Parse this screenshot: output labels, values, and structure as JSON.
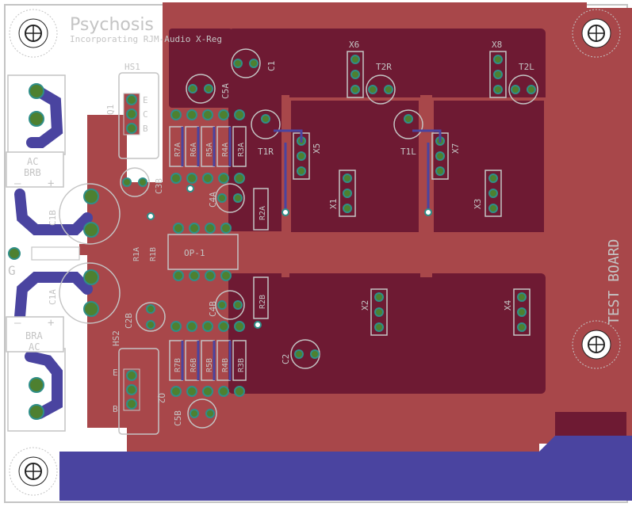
{
  "board": {
    "title": "Psychosis",
    "subtitle": "Incorporating RJM-Audio X-Reg",
    "side_label": "TEST BOARD",
    "colors": {
      "background": "#ffffff",
      "top_copper": "#a8474a",
      "inner_copper": "#6e1a33",
      "bottom_copper": "#4a44a0",
      "silkscreen": "#c4c4c4",
      "pad": "#4e8030",
      "via": "#2f8e88"
    }
  },
  "labels": {
    "hs1": "HS1",
    "hs2": "HS2",
    "q1": "Q1",
    "q2": "Q2",
    "e1": "E",
    "c1l": "C",
    "b1": "B",
    "e2": "E",
    "b2": "B",
    "ac_top": "AC",
    "brb": "BRB",
    "bra": "BRA",
    "ac_bot": "AC",
    "minus_top": "–",
    "plus_top": "+",
    "minus_bot": "–",
    "plus_bot": "+",
    "g": "G",
    "c1": "C1",
    "c2": "C2",
    "c1a": "C1A",
    "c1b": "C1B",
    "c2b": "C2B",
    "c3b": "C3B",
    "c4a": "C4A",
    "c4b": "C4B",
    "c5a": "C5A",
    "c5b": "C5B",
    "r1a": "R1A",
    "r3a": "R3A",
    "r4a": "R4A",
    "r5a": "R5A",
    "r6a": "R6A",
    "r7a": "R7A",
    "r2a": "R2A",
    "r1b": "R1B",
    "r2b": "R2B",
    "r3b": "R3B",
    "r4b": "R4B",
    "r5b": "R5B",
    "r6b": "R6B",
    "r7b": "R7B",
    "op1": "OP-1",
    "t1r": "T1R",
    "t1l": "T1L",
    "t2r": "T2R",
    "t2l": "T2L",
    "x1": "X1",
    "x2": "X2",
    "x3": "X3",
    "x4": "X4",
    "x5": "X5",
    "x6": "X6",
    "x7": "X7",
    "x8": "X8"
  }
}
